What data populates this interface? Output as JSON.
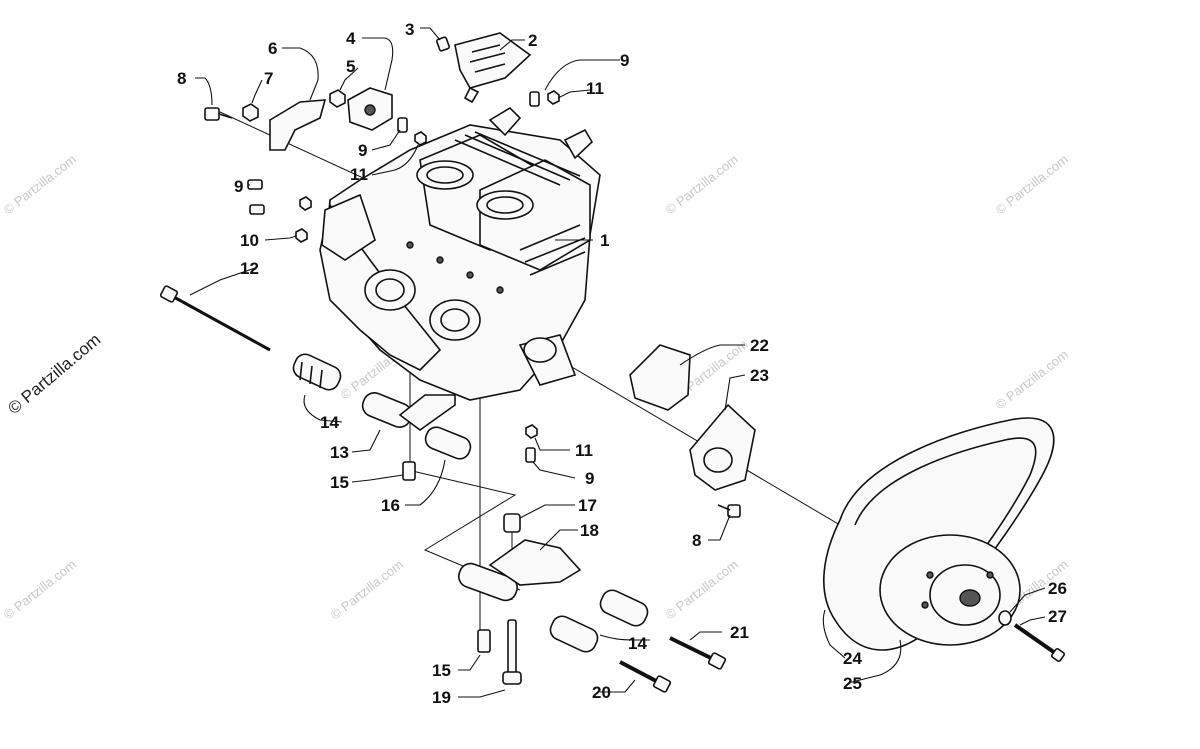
{
  "watermark": "© Partzilla.com",
  "callouts": {
    "c1": "1",
    "c2": "2",
    "c3": "3",
    "c4": "4",
    "c5": "5",
    "c6": "6",
    "c7": "7",
    "c8a": "8",
    "c8b": "8",
    "c9a": "9",
    "c9b": "9",
    "c9c": "9",
    "c9d": "9",
    "c10": "10",
    "c11a": "11",
    "c11b": "11",
    "c11c": "11",
    "c12": "12",
    "c13": "13",
    "c14a": "14",
    "c14b": "14",
    "c15a": "15",
    "c15b": "15",
    "c16": "16",
    "c17": "17",
    "c18": "18",
    "c19": "19",
    "c20": "20",
    "c21": "21",
    "c22": "22",
    "c23": "23",
    "c24": "24",
    "c25": "25",
    "c26": "26",
    "c27": "27"
  }
}
